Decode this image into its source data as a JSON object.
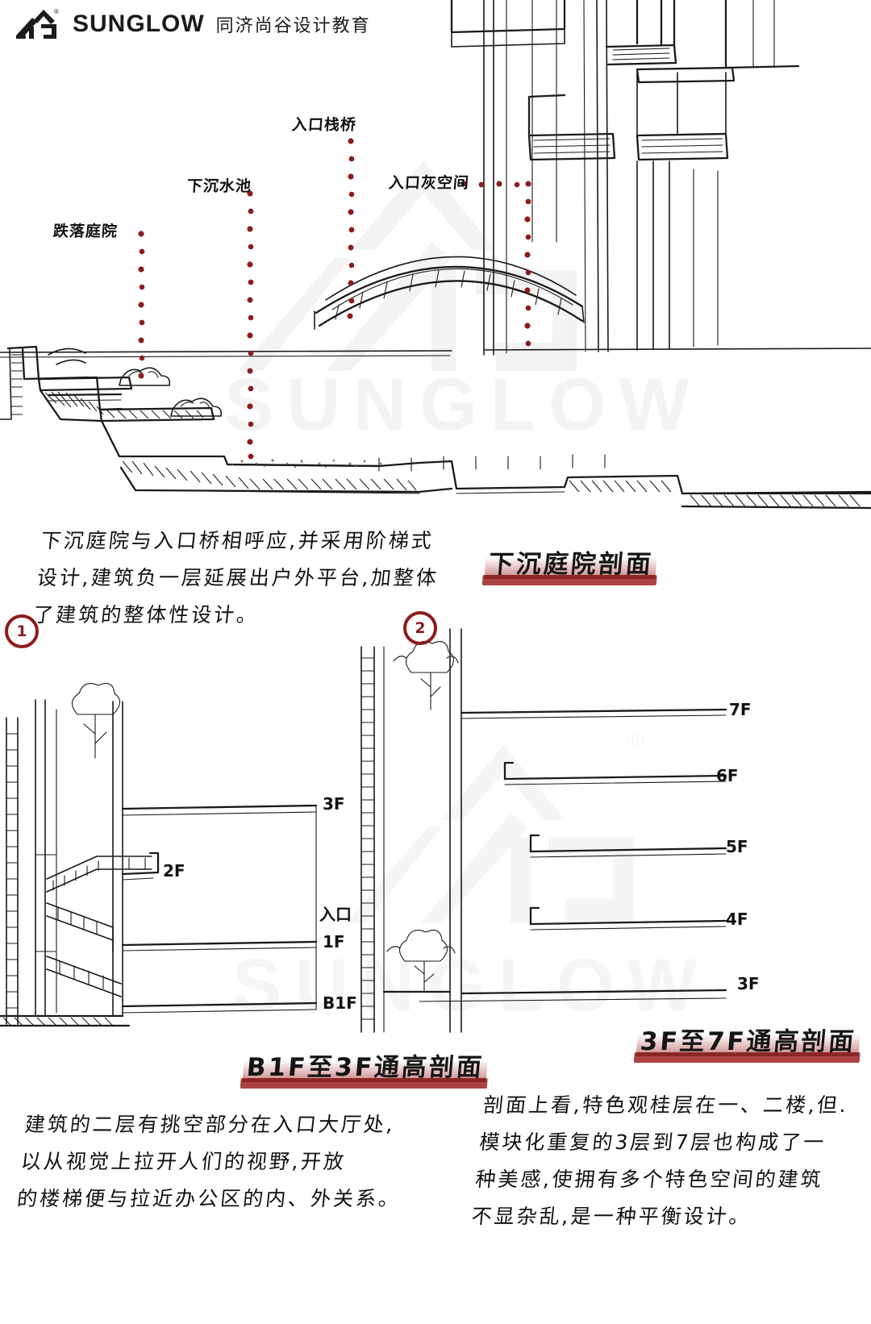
{
  "header": {
    "logo_icon": "sunglow-building-logo",
    "brand_en": "SUNGLOW",
    "brand_cn": "同济尚谷设计教育",
    "registered_mark": "®"
  },
  "watermarks": {
    "top_text": "SUNGLOW",
    "bottom_text": "SUNGLOW",
    "mark_icon": "sg-building-watermark",
    "registered_mark": "®"
  },
  "sections": [
    {
      "id": "sunken-courtyard-section",
      "title": "下沉庭院剖面",
      "marker": "1",
      "annotations": [
        {
          "name": "terraced-courtyard",
          "label": "跌落庭院"
        },
        {
          "name": "sunken-pool",
          "label": "下沉水池"
        },
        {
          "name": "entrance-trestle-bridge",
          "label": "入口栈桥"
        },
        {
          "name": "entrance-grey-space",
          "label": "入口灰空间"
        }
      ],
      "caption_lines": [
        "下沉庭院与入口桥相呼应,并采用阶梯式",
        "设计,建筑负一层延展出户外平台,加整体",
        "了建筑的整体性设计。"
      ]
    },
    {
      "id": "b1f-to-3f-atrium-section",
      "title": "B1F至3F通高剖面",
      "marker": "1",
      "floor_labels": [
        "3F",
        "2F",
        "入口",
        "1F",
        "B1F"
      ],
      "caption_lines": [
        "建筑的二层有挑空部分在入口大厅处,",
        "以从视觉上拉开人们的视野,开放",
        "的楼梯便与拉近办公区的内、外关系。"
      ]
    },
    {
      "id": "3f-to-7f-atrium-section",
      "title": "3F至7F通高剖面",
      "marker": "2",
      "floor_labels": [
        "7F",
        "6F",
        "5F",
        "4F",
        "3F"
      ],
      "caption_lines": [
        "剖面上看,特色观桂层在一、二楼,但.",
        "模块化重复的3层到7层也构成了一",
        "种美感,使拥有多个特色空间的建筑",
        "不显杂乱,是一种平衡设计。"
      ]
    }
  ],
  "colors": {
    "ink": "#1a1a1a",
    "accent_red": "#8c1d1d",
    "title_red": "#9c2222",
    "watermark_grey": "#e9e9e9",
    "paper": "#ffffff"
  }
}
